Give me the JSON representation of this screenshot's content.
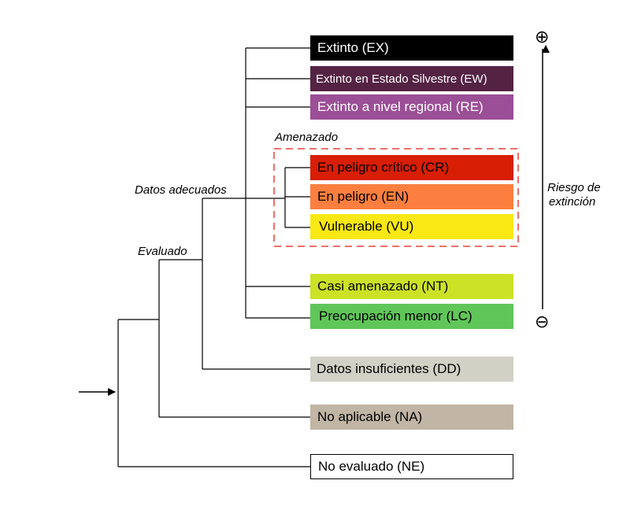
{
  "diagram": {
    "categories": [
      {
        "id": "ex",
        "label": "Extinto (EX)",
        "bg": "#000000",
        "fg": "#ffffff"
      },
      {
        "id": "ew",
        "label": "Extinto en Estado Silvestre (EW)",
        "bg": "#542344",
        "fg": "#ffffff"
      },
      {
        "id": "re",
        "label": "Extinto a nivel regional (RE)",
        "bg": "#9b4f96",
        "fg": "#ffffff"
      },
      {
        "id": "cr",
        "label": "En peligro crítico (CR)",
        "bg": "#d81e05",
        "fg": "#000000"
      },
      {
        "id": "en",
        "label": "En peligro (EN)",
        "bg": "#fc7f3f",
        "fg": "#000000"
      },
      {
        "id": "vu",
        "label": "Vulnerable (VU)",
        "bg": "#f9e814",
        "fg": "#000000"
      },
      {
        "id": "nt",
        "label": "Casi amenazado (NT)",
        "bg": "#cce226",
        "fg": "#000000"
      },
      {
        "id": "lc",
        "label": "Preocupación menor (LC)",
        "bg": "#60c659",
        "fg": "#000000"
      },
      {
        "id": "dd",
        "label": "Datos insuficientes (DD)",
        "bg": "#d1d1c6",
        "fg": "#000000"
      },
      {
        "id": "na",
        "label": "No aplicable (NA)",
        "bg": "#c1b5a5",
        "fg": "#000000"
      },
      {
        "id": "ne",
        "label": "No evaluado (NE)",
        "bg": "#ffffff",
        "fg": "#000000"
      }
    ],
    "group_labels": {
      "amenazado": "Amenazado",
      "datos_adecuados": "Datos adecuados",
      "evaluado": "Evaluado"
    },
    "risk_axis": {
      "label_line1": "Riesgo de",
      "label_line2": "extinción",
      "plus_symbol": "⊕",
      "minus_symbol": "⊖"
    },
    "colors": {
      "threatened_box": "#e8403a",
      "tree_lines": "#000000"
    }
  }
}
